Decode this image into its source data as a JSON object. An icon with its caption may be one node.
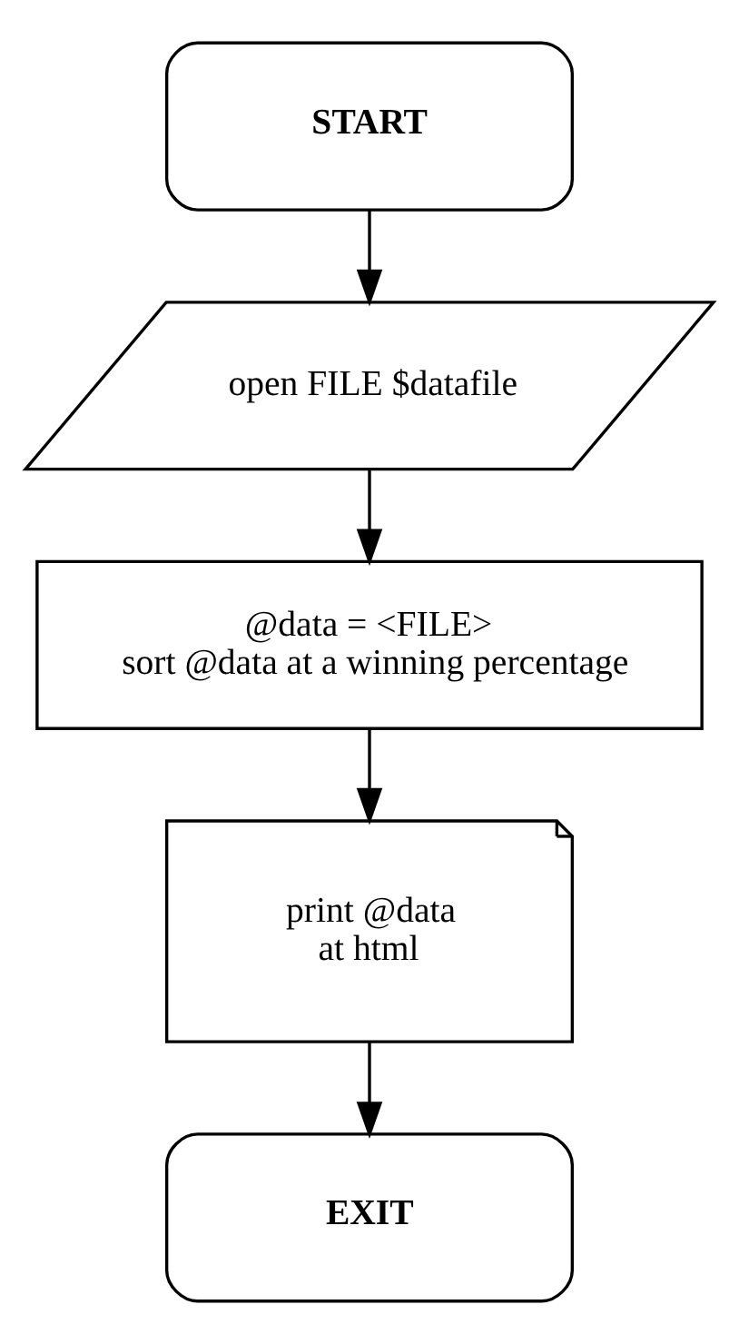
{
  "diagram": {
    "nodes": [
      {
        "text": [
          "START"
        ]
      },
      {
        "text": [
          "open FILE $datafile"
        ]
      },
      {
        "text": [
          "@data = <FILE>",
          "sort @data at a winning percentage"
        ]
      },
      {
        "text": [
          "print @data",
          "at html"
        ]
      },
      {
        "text": [
          "EXIT"
        ]
      }
    ],
    "edges": [
      {
        "from": 0,
        "to": 1,
        "arrow": "to"
      },
      {
        "from": 1,
        "to": 2,
        "arrow": "to"
      },
      {
        "from": 2,
        "to": 3,
        "arrow": "to"
      },
      {
        "from": 3,
        "to": 4,
        "arrow": "to"
      }
    ]
  }
}
